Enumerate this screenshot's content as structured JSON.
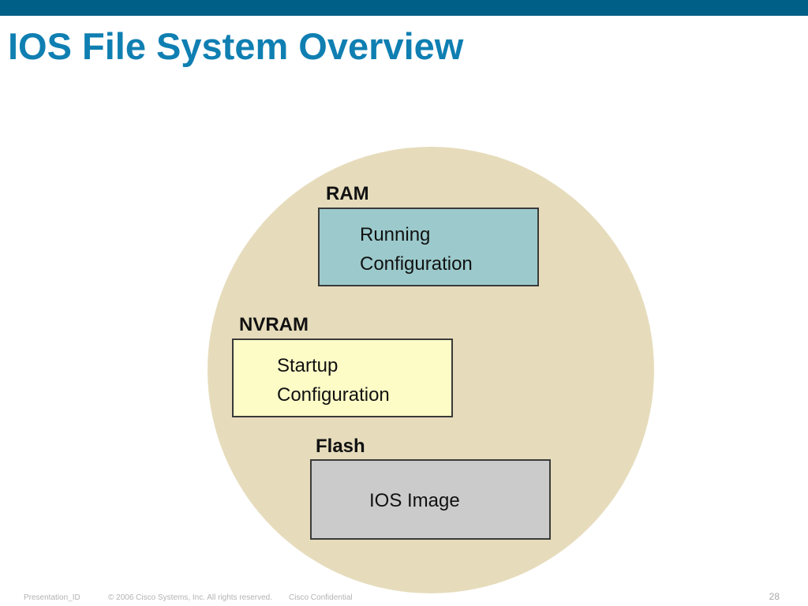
{
  "slide": {
    "title": "IOS File System Overview"
  },
  "diagram": {
    "ram": {
      "label": "RAM",
      "content_lines": [
        "Running",
        "Configuration"
      ]
    },
    "nvram": {
      "label": "NVRAM",
      "content_lines": [
        "Startup",
        "Configuration"
      ]
    },
    "flash": {
      "label": "Flash",
      "content_lines": [
        "IOS Image"
      ]
    },
    "colors": {
      "circle": "#e6dcbc",
      "ram_box": "#9ccacc",
      "nvram_box": "#fdfcc7",
      "flash_box": "#cbcbcb"
    }
  },
  "footer": {
    "presentation_id": "Presentation_ID",
    "copyright": "© 2006 Cisco Systems, Inc. All rights reserved.",
    "confidential": "Cisco Confidential",
    "page_number": "28"
  },
  "colors": {
    "top_bar": "#005f87",
    "title": "#0f7fb2"
  }
}
